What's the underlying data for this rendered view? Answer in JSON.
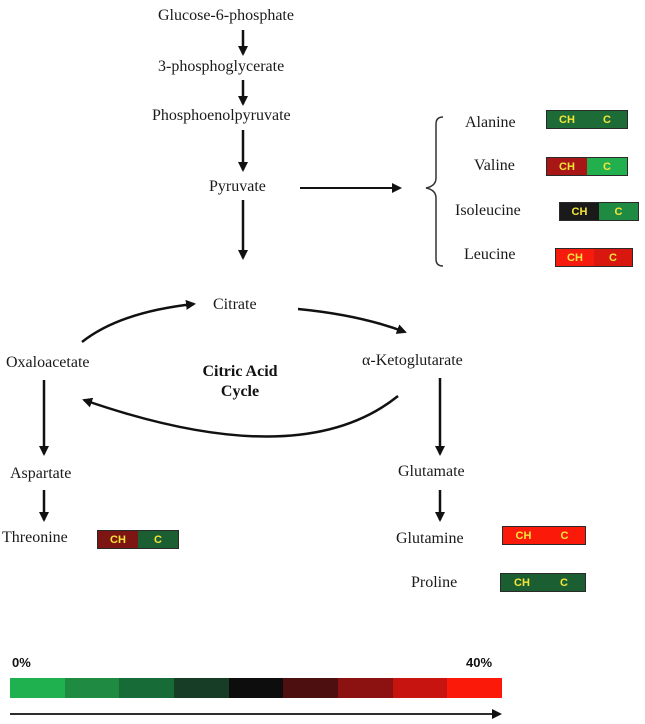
{
  "pathway": {
    "glycolysis": [
      "Glucose-6-phosphate",
      "3-phosphoglycerate",
      "Phosphoenolpyruvate",
      "Pyruvate"
    ],
    "cycle_nodes": {
      "citrate": "Citrate",
      "oxaloacetate": "Oxaloacetate",
      "akg": "α-Ketoglutarate"
    },
    "cycle_title_line1": "Citric Acid",
    "cycle_title_line2": "Cycle",
    "oxaloacetate_branch": [
      "Aspartate",
      "Threonine"
    ],
    "akg_branch": [
      "Glutamate",
      "Glutamine",
      "Proline"
    ],
    "pyruvate_products": [
      "Alanine",
      "Valine",
      "Isoleucine",
      "Leucine"
    ]
  },
  "heatmap_labels": {
    "ch": "CH",
    "c": "C"
  },
  "heatmaps": {
    "alanine": {
      "ch_color": "#1d6b37",
      "c_color": "#1d6b37"
    },
    "valine": {
      "ch_color": "#a81616",
      "c_color": "#22b04e"
    },
    "isoleucine": {
      "ch_color": "#1a1a1a",
      "c_color": "#1f8a42"
    },
    "leucine": {
      "ch_color": "#f51b0f",
      "c_color": "#d8180e"
    },
    "threonine": {
      "ch_color": "#7d1512",
      "c_color": "#1b5e32"
    },
    "glutamine": {
      "ch_color": "#fb1a0a",
      "c_color": "#fb1a0a"
    },
    "proline": {
      "ch_color": "#1b5e32",
      "c_color": "#1b5e32"
    }
  },
  "scale": {
    "min_label": "0%",
    "max_label": "40%",
    "colors": [
      "#1fb050",
      "#1f8a42",
      "#176b36",
      "#173d26",
      "#0d0d0d",
      "#4d0f0f",
      "#8c1212",
      "#c81410",
      "#fb1a0a"
    ]
  }
}
